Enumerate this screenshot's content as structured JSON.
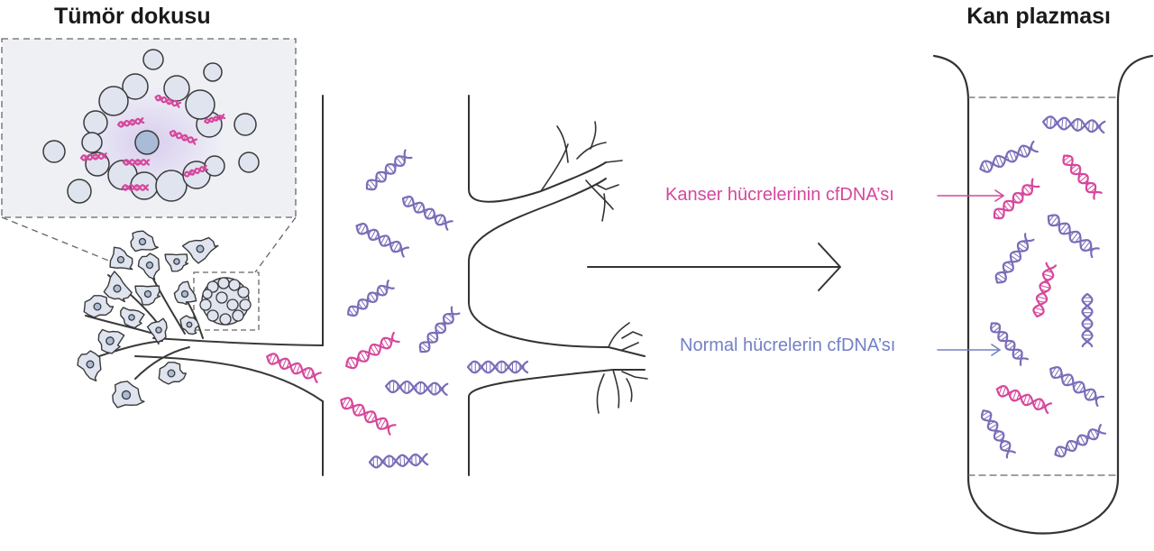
{
  "titles": {
    "tumor_tissue": "Tümör dokusu",
    "blood_plasma": "Kan plazması"
  },
  "labels": {
    "cancer_cfdna": "Kanser hücrelerinin cfDNA’sı",
    "normal_cfdna": "Normal hücrelerin cfDNA’sı"
  },
  "colors": {
    "cancer_dna": "#d6479c",
    "normal_dna": "#7a6cb8",
    "cell_fill": "#dfe4ef",
    "nucleus_fill": "#a9bbd6",
    "tumor_glow": "#e3daf0",
    "outline": "#3a3a3a"
  },
  "icons": {
    "dna": "dna-helix-icon",
    "arrow": "arrow-right-icon",
    "tube": "test-tube-icon"
  }
}
